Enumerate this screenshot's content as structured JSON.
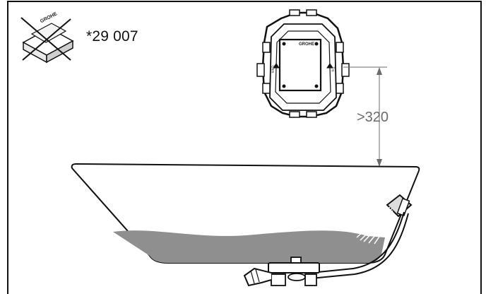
{
  "diagram": {
    "part_code": "*29 007",
    "dimension_label": ">320",
    "brand_on_box": "GROHE",
    "brand_on_body": "GROHE",
    "side_label_left": "Ohm",
    "side_label_right": "Tm"
  },
  "colors": {
    "line": "#111111",
    "dimension": "#6b6b6b",
    "water": "#8f8f8f",
    "tub_fill": "#ffffff"
  }
}
